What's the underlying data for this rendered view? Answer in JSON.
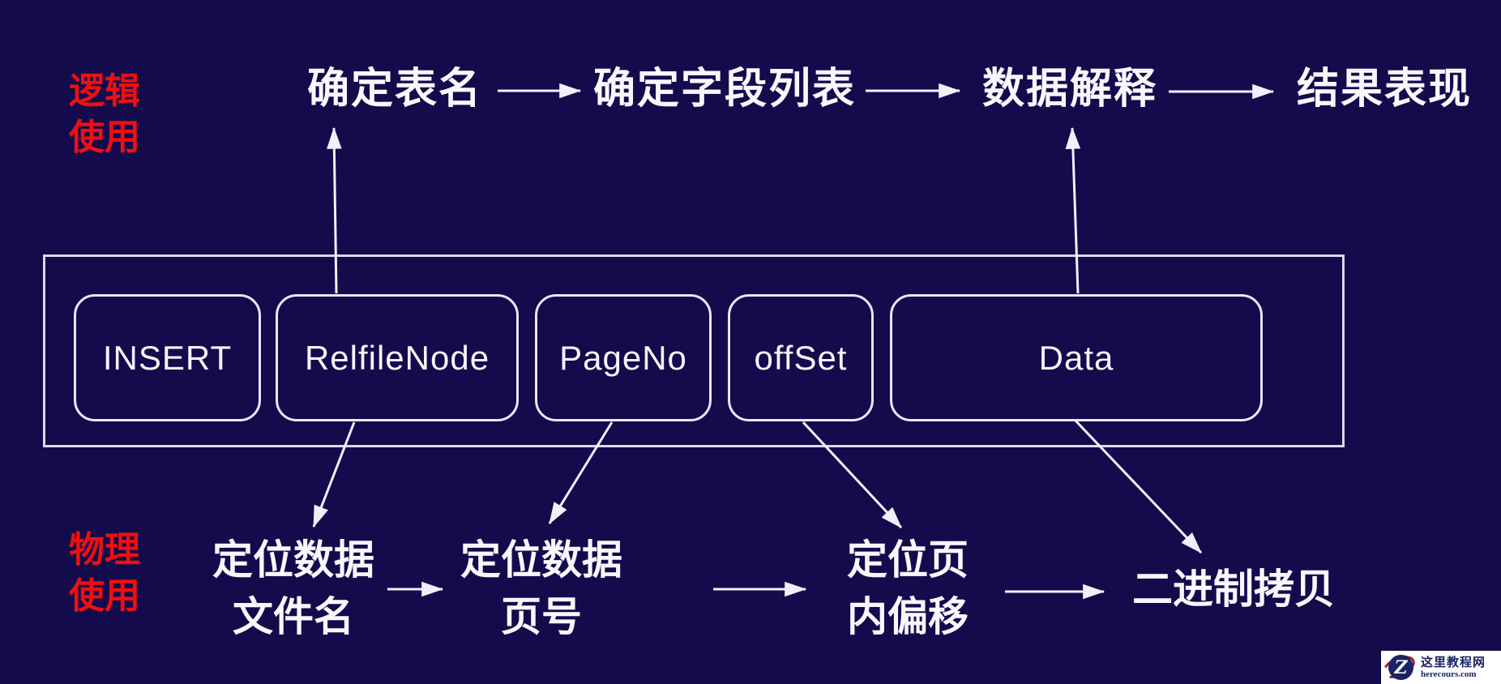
{
  "colors": {
    "bg": "#140b4d",
    "line": "#e8e8f6",
    "red": "#ee1010",
    "wm-navy": "#1a2365",
    "wm-red": "#a31d30"
  },
  "labels": {
    "logical": "逻辑\n使用",
    "physical": "物理\n使用"
  },
  "top_flow": [
    "确定表名",
    "确定字段列表",
    "数据解释",
    "结果表现"
  ],
  "boxes": [
    "INSERT",
    "RelfileNode",
    "PageNo",
    "offSet",
    "Data"
  ],
  "bottom_flow": [
    [
      "定位数据",
      "文件名"
    ],
    [
      "定位数据",
      "页号"
    ],
    [
      "定位页",
      "内偏移"
    ],
    [
      "二进制拷贝"
    ]
  ],
  "watermark": {
    "logo_letter": "Z",
    "site_name": "这里教程网",
    "site_url": "herecours.com"
  }
}
